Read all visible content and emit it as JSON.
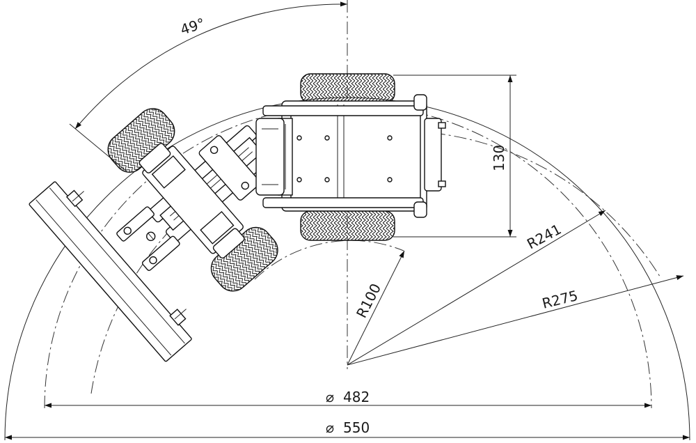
{
  "dimensions": {
    "angle": "49°",
    "height": "130",
    "r100": "R100",
    "r241": "R241",
    "r275": "R275",
    "dia482": "482",
    "dia550": "550",
    "diameter_symbol": "⌀"
  },
  "colors": {
    "line": "#111111",
    "background": "#ffffff"
  }
}
